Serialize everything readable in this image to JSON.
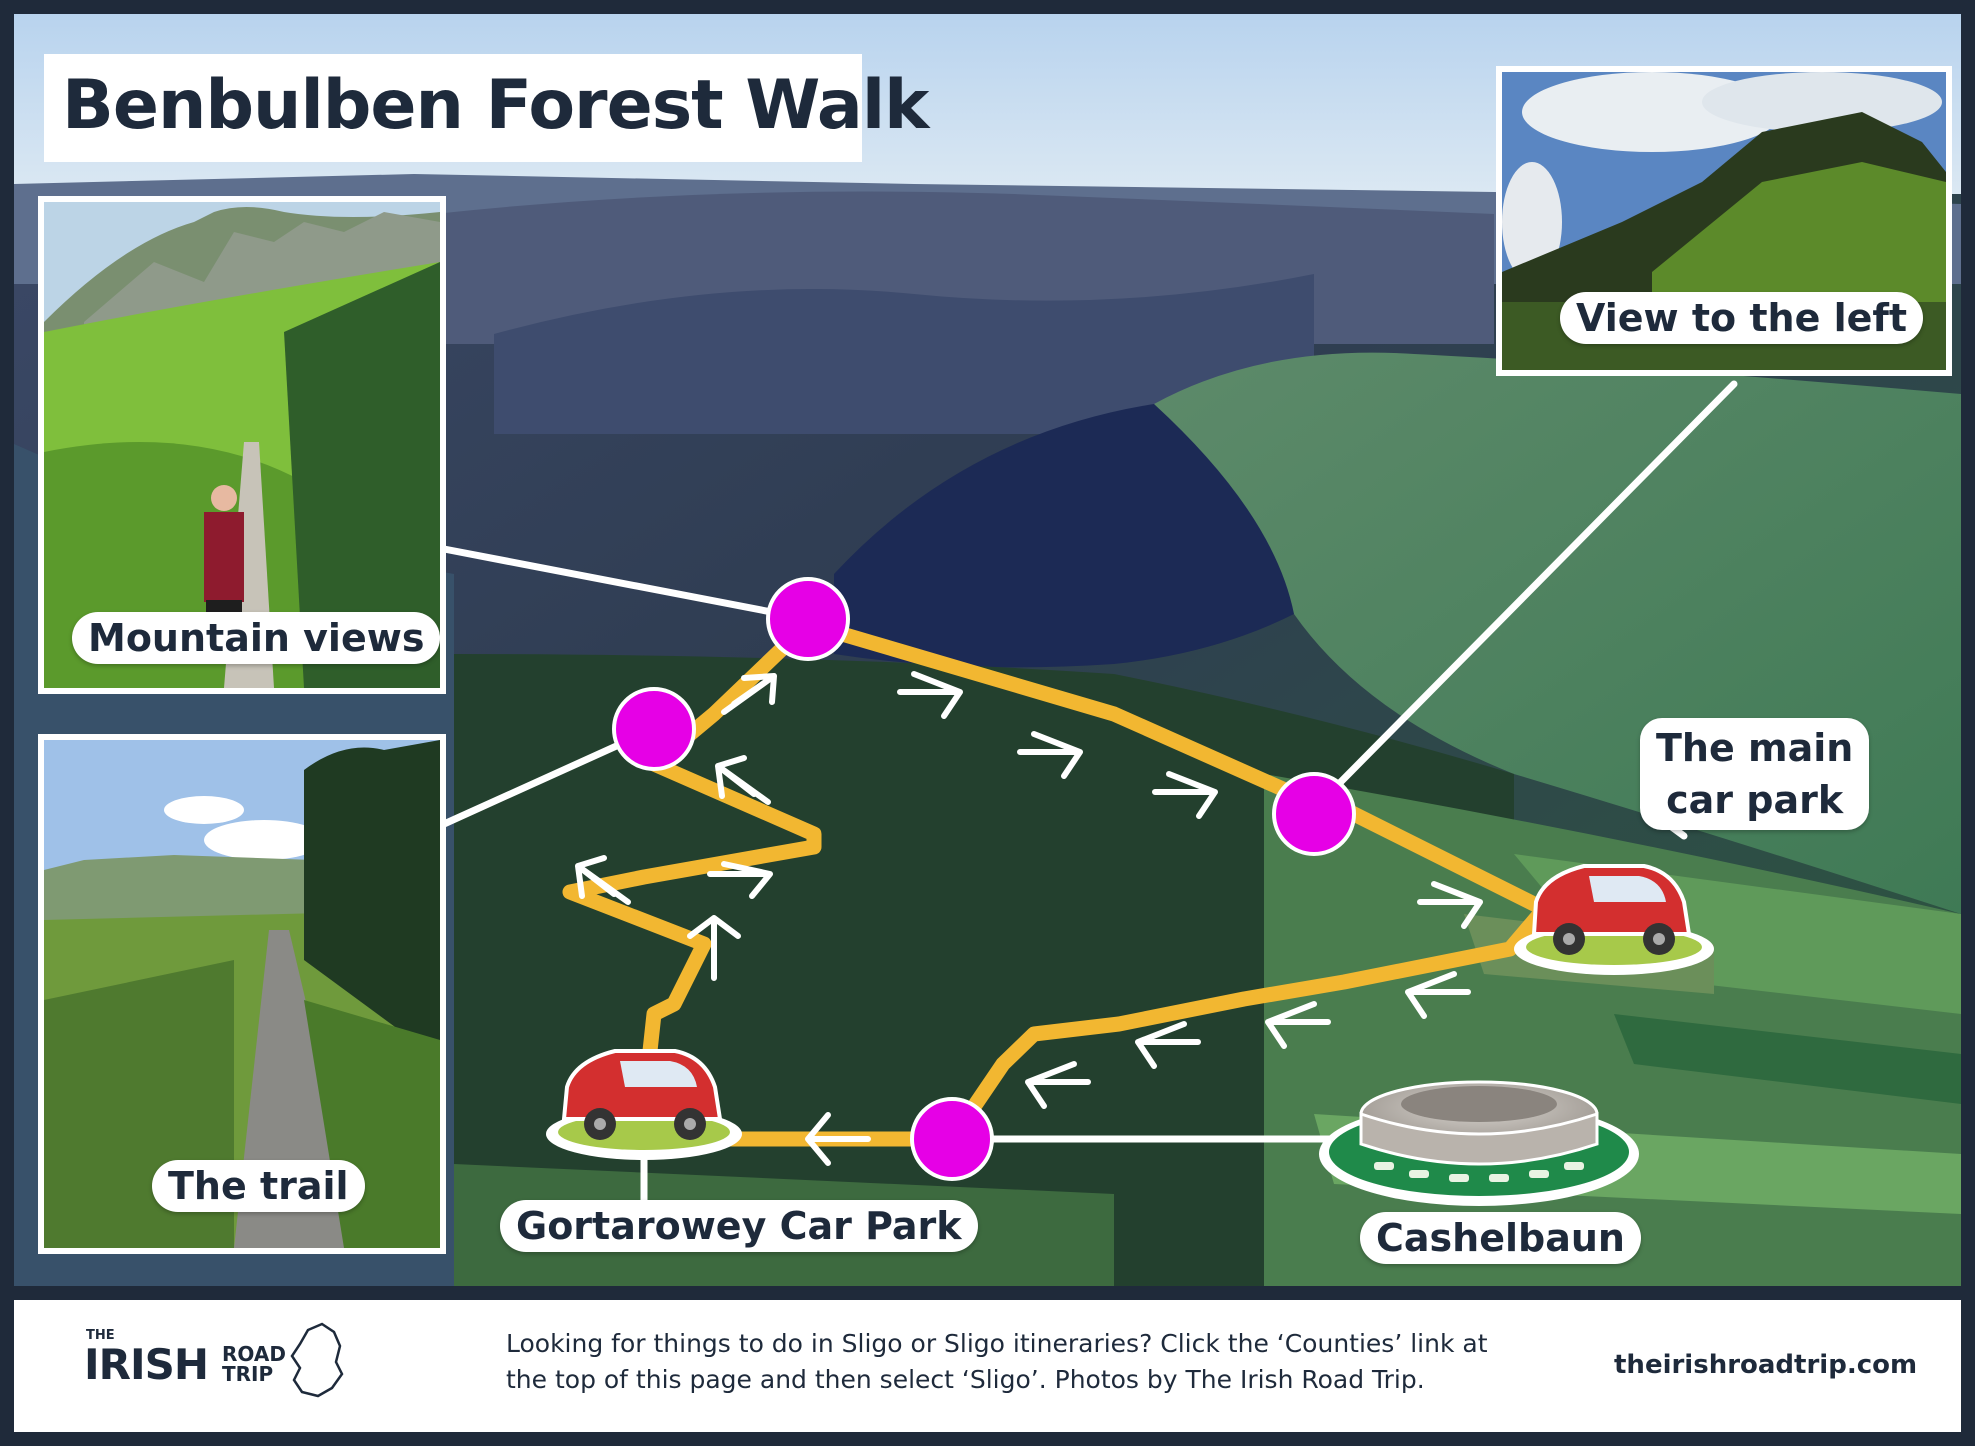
{
  "title": "Benbulben Forest Walk",
  "photos": {
    "mountain": {
      "caption": "Mountain views"
    },
    "trail": {
      "caption": "The trail"
    },
    "left_view": {
      "caption": "View to the left"
    }
  },
  "places": {
    "main_car_park": "The main car park",
    "main_car_park_line1": "The main",
    "main_car_park_line2": "car park",
    "gortarowey": "Gortarowey Car Park",
    "cashelbaun": "Cashelbaun"
  },
  "footer": {
    "logo_the": "THE",
    "logo_irish": "IRISH",
    "logo_road": "ROAD",
    "logo_trip": "TRIP",
    "text": "Looking for things to do in Sligo or Sligo itineraries? Click the ‘Counties’ link at the top of this page and then select ‘Sligo’. Photos by The Irish Road Trip.",
    "site": "theirishroadtrip.com"
  },
  "colors": {
    "route": "#f2b731",
    "waypoint": "#e600e6",
    "frame": "#1f2a3a",
    "text": "#1e2a3b"
  },
  "icons": [
    "car-icon",
    "stone-fort-icon",
    "ireland-map-icon",
    "arrow-icon"
  ]
}
